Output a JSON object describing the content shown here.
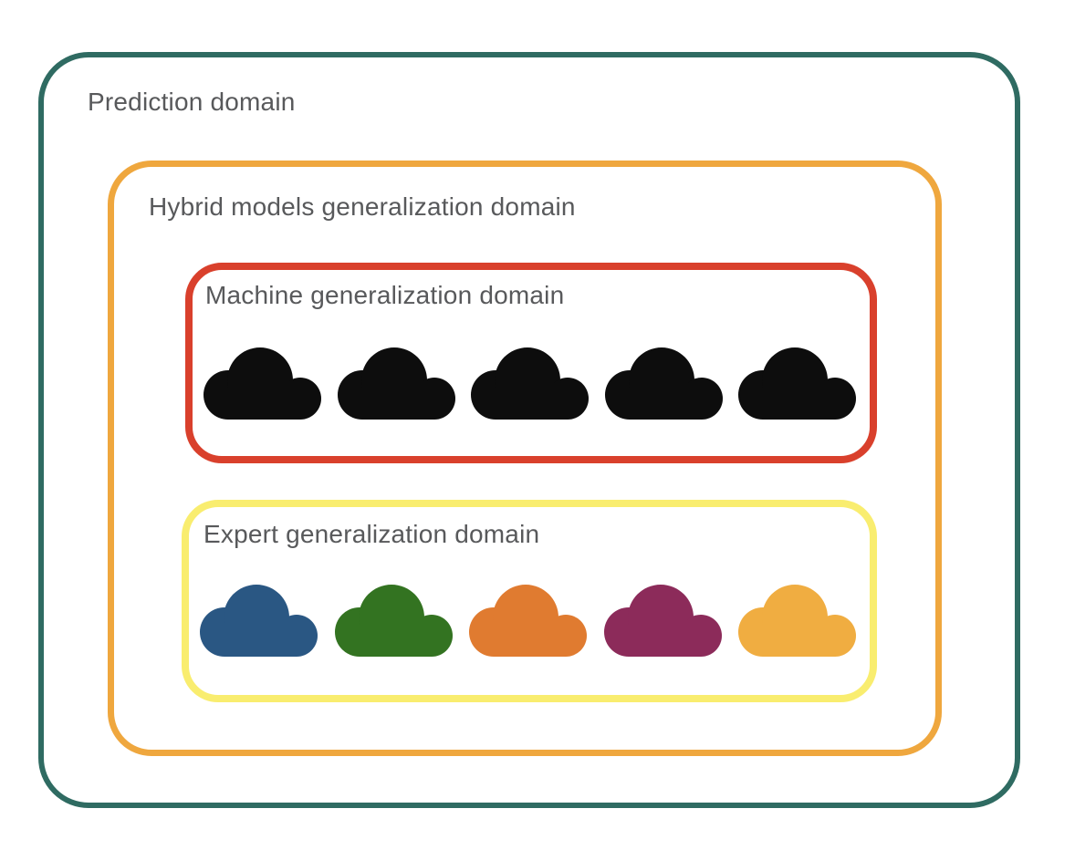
{
  "page": {
    "background": "#ffffff",
    "text_color": "#58595b"
  },
  "domains": {
    "prediction": {
      "label": "Prediction domain",
      "border_color": "#2f6b62"
    },
    "hybrid": {
      "label": "Hybrid models generalization domain",
      "border_color": "#efa73e"
    },
    "machine": {
      "label": "Machine generalization domain",
      "border_color": "#d9402c",
      "cloud_icon": "cloud",
      "clouds": [
        "#0d0d0d",
        "#0d0d0d",
        "#0d0d0d",
        "#0d0d0d",
        "#0d0d0d"
      ]
    },
    "expert": {
      "label": "Expert generalization domain",
      "border_color": "#f9ed6f",
      "cloud_icon": "cloud",
      "clouds": [
        "#2a5783",
        "#337321",
        "#e07b30",
        "#8c2b5a",
        "#f0ad41"
      ]
    }
  }
}
